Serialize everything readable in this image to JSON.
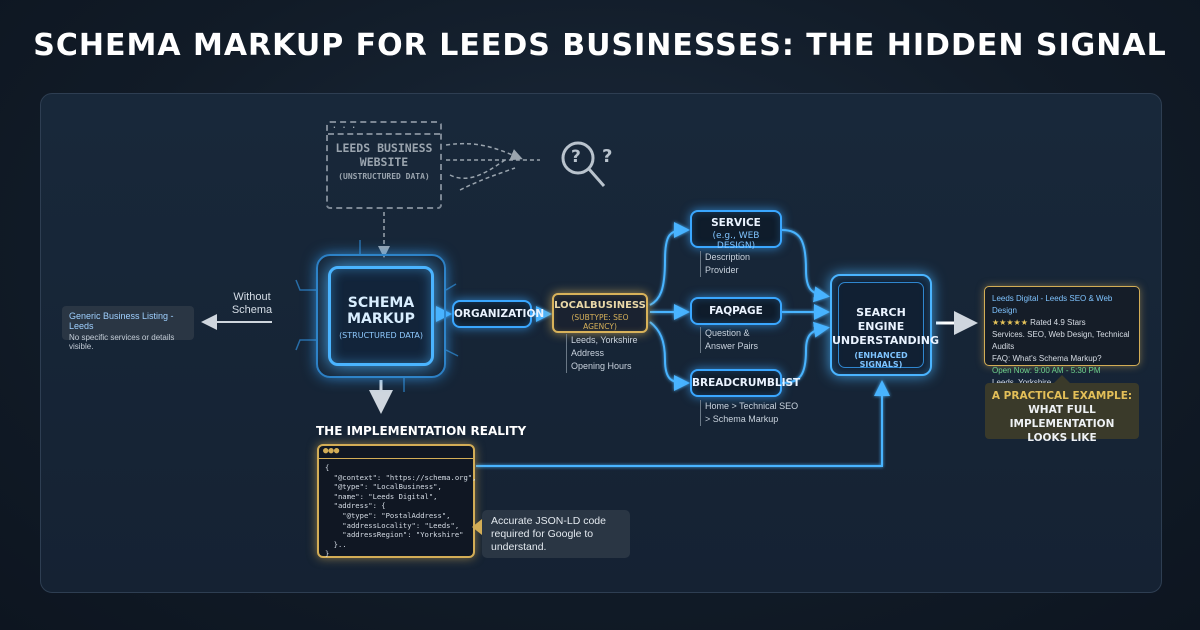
{
  "title": "SCHEMA MARKUP FOR LEEDS BUSINESSES: THE HIDDEN SIGNAL",
  "website_box": {
    "line1": "LEEDS BUSINESS",
    "line2": "WEBSITE",
    "sub": "(UNSTRUCTURED DATA)",
    "question": "?"
  },
  "schema_box": {
    "line1": "SCHEMA",
    "line2": "MARKUP",
    "sub": "(STRUCTURED DATA)"
  },
  "without_label": "Without Schema",
  "generic_listing": {
    "title": "Generic Business Listing - Leeds",
    "desc": "No specific services or details visible."
  },
  "organization": "ORGANIZATION",
  "localbusiness": {
    "title": "LOCALBUSINESS",
    "sub": "(SUBTYPE: SEO AGENCY)",
    "details": [
      "Leeds, Yorkshire",
      "Address",
      "Opening Hours"
    ]
  },
  "service": {
    "title": "SERVICE",
    "sub": "(e.g., WEB DESIGN)",
    "details": [
      "Description",
      "Provider"
    ]
  },
  "faqpage": {
    "title": "FAQPAGE",
    "details": [
      "Question &",
      "Answer Pairs"
    ]
  },
  "breadcrumb": {
    "title": "BREADCRUMBLIST",
    "details": [
      "Home > Technical SEO",
      "> Schema Markup"
    ]
  },
  "search_engine": {
    "line1": "SEARCH ENGINE",
    "line2": "UNDERSTANDING",
    "sub": "(ENHANCED SIGNALS)"
  },
  "result_card": {
    "title": "Leeds Digital - Leeds SEO & Web Design",
    "stars": "★★★★★",
    "rating": "Rated 4.9 Stars",
    "services": "Services. SEO, Web Design, Technical Audits",
    "faq": "FAQ: What's Schema Markup?",
    "open": "Open Now: 9:00 AM - 5:30 PM",
    "location": "Leeds, Yorkshire"
  },
  "practical": {
    "line1": "A PRACTICAL EXAMPLE:",
    "line2": "WHAT FULL IMPLEMENTATION",
    "line3": "LOOKS LIKE"
  },
  "implementation_title": "THE IMPLEMENTATION REALITY",
  "code_dots": "●●●",
  "code_lines": [
    "{",
    "  \"@context\": \"https://schema.org\",",
    "  \"@type\": \"LocalBusiness\",",
    "  \"name\": \"Leeds Digital\",",
    "  \"address\": {",
    "    \"@type\": \"PostalAddress\",",
    "    \"addressLocality\": \"Leeds\",",
    "    \"addressRegion\": \"Yorkshire\"",
    "  }..",
    "}"
  ],
  "callout": "Accurate JSON-LD code required for Google to understand.",
  "colors": {
    "accent": "#3aa7ff",
    "gold": "#d3ad56",
    "background": "#111b27"
  }
}
